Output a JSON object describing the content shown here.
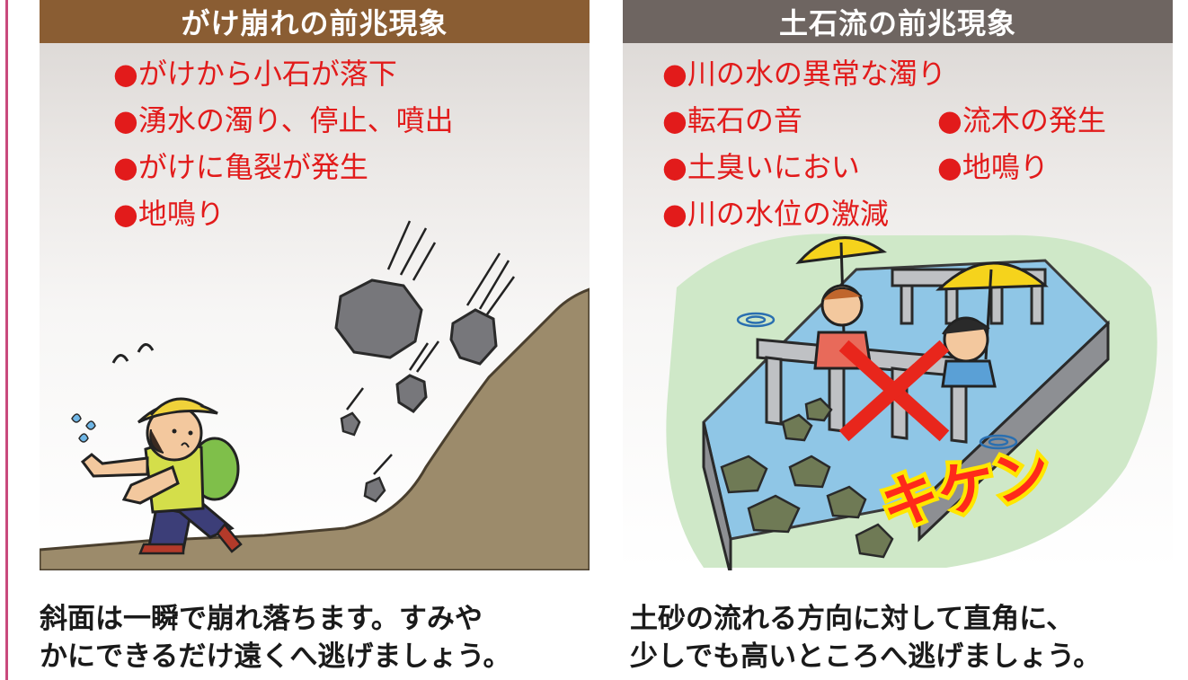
{
  "slope": {
    "title": "がけ崩れの前兆現象",
    "signs": [
      "●がけから小石が落下",
      "●湧水の濁り、停止、噴出",
      "●がけに亀裂が発生",
      "●地鳴り"
    ],
    "caption": [
      "斜面は一瞬で崩れ落ちます。すみや",
      "かにできるだけ遠くへ逃げましょう。"
    ]
  },
  "debris_flow": {
    "title": "土石流の前兆現象",
    "signs": [
      "●川の水の異常な濁り",
      "●転石の音",
      "●流木の発生",
      "●土臭いにおい",
      "●地鳴り",
      "●川の水位の激減"
    ],
    "danger_label": "キケン",
    "caption": [
      "土砂の流れる方向に対して直角に、",
      "少しでも高いところへ逃げましょう。"
    ]
  },
  "colors": {
    "slope_header": "#8a5d33",
    "debris_header": "#6e6561",
    "sign_text": "#e21b1b",
    "danger_label": "#ff2a1a",
    "danger_outline": "#ffe600",
    "accent_rule": "#c94a7d"
  }
}
